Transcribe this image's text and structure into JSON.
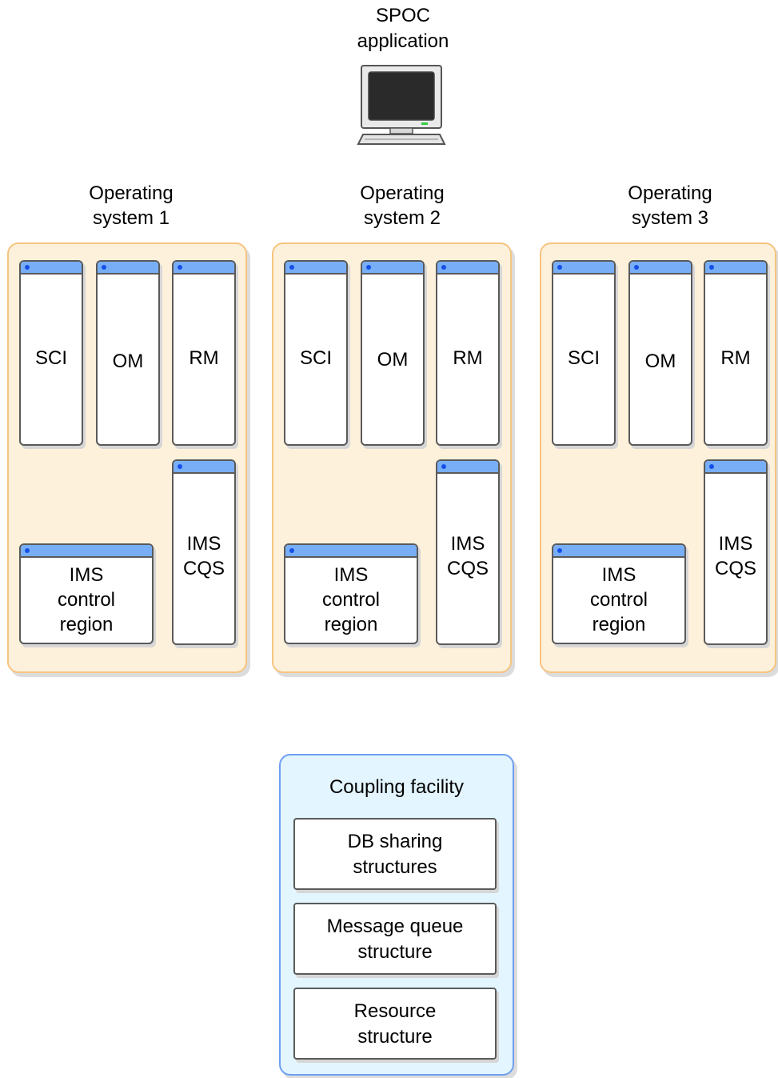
{
  "spoc": {
    "label": "SPOC\napplication",
    "icon": "computer-terminal-icon"
  },
  "operating_systems": [
    {
      "title": "Operating\nsystem 1",
      "components": {
        "sci": "SCI",
        "om": "OM",
        "rm": "RM",
        "ims_cqs": "IMS\nCQS",
        "ims_control": "IMS\ncontrol\nregion"
      }
    },
    {
      "title": "Operating\nsystem 2",
      "components": {
        "sci": "SCI",
        "om": "OM",
        "rm": "RM",
        "ims_cqs": "IMS\nCQS",
        "ims_control": "IMS\ncontrol\nregion"
      }
    },
    {
      "title": "Operating\nsystem 3",
      "components": {
        "sci": "SCI",
        "om": "OM",
        "rm": "RM",
        "ims_cqs": "IMS\nCQS",
        "ims_control": "IMS\ncontrol\nregion"
      }
    }
  ],
  "coupling_facility": {
    "title": "Coupling facility",
    "structures": [
      "DB sharing\nstructures",
      "Message queue\nstructure",
      "Resource\nstructure"
    ]
  },
  "colors": {
    "os_fill": "#fdf1db",
    "os_border": "#f7c480",
    "window_titlebar": "#78aef5",
    "window_dot": "#1650e8",
    "cf_fill": "#e3f5ff",
    "cf_border": "#6f9ff0"
  }
}
